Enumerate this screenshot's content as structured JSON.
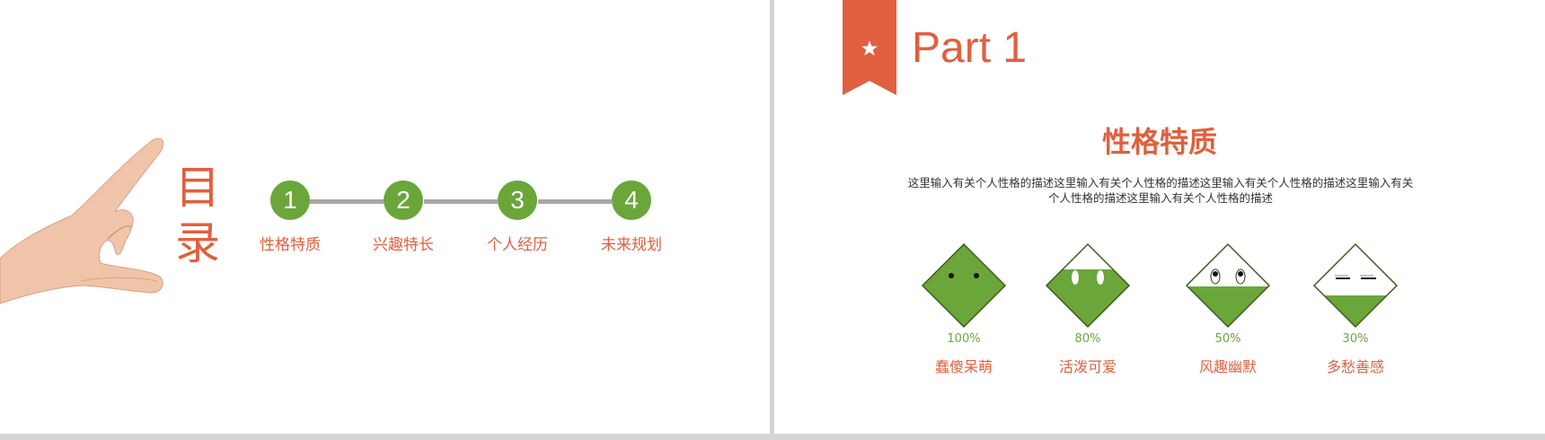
{
  "left_slide": {
    "title": "目录",
    "steps": [
      {
        "number": "1",
        "label": "性格特质"
      },
      {
        "number": "2",
        "label": "兴趣特长"
      },
      {
        "number": "3",
        "label": "个人经历"
      },
      {
        "number": "4",
        "label": "未来规划"
      }
    ]
  },
  "right_slide": {
    "ribbon_icon": "star-icon",
    "part_label": "Part 1",
    "section_title": "性格特质",
    "description_line1": "这里输入有关个人性格的描述这里输入有关个人性格的描述这里输入有关个人性格的描述这里输入有关",
    "description_line2": "个人性格的描述这里输入有关个人性格的描述",
    "traits": [
      {
        "percent": "100%",
        "name": "蠢傻呆萌",
        "fill": 100,
        "face": "dot-eyes"
      },
      {
        "percent": "80%",
        "name": "活泼可爱",
        "fill": 80,
        "face": "oval-eyes"
      },
      {
        "percent": "50%",
        "name": "风趣幽默",
        "fill": 50,
        "face": "googly-eyes"
      },
      {
        "percent": "30%",
        "name": "多愁善感",
        "fill": 30,
        "face": "line-eyes"
      }
    ]
  },
  "colors": {
    "accent_orange": "#e0603f",
    "accent_green": "#6aa63a",
    "diamond_outline": "#3d5a1e",
    "connector_gray": "#a6a6a6",
    "divider_gray": "#d4d4d4"
  }
}
